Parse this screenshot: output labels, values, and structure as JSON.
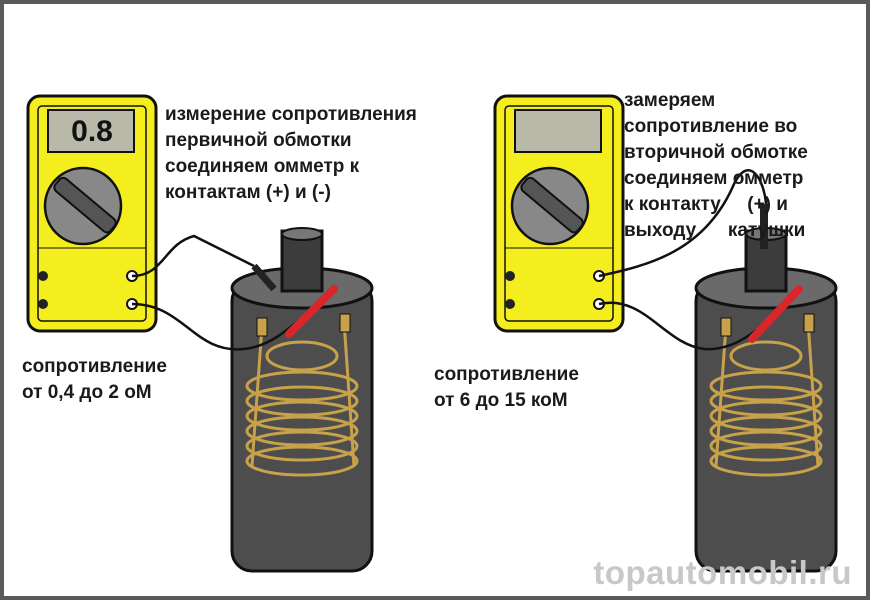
{
  "left_panel": {
    "meter_reading": "0.8",
    "caption_lines": [
      "измерение сопротивления",
      "первичной обмотки",
      "соединяем омметр к",
      "контактам (+) и (-)"
    ],
    "resistance_lines": [
      "сопротивление",
      "от 0,4 до 2 оМ"
    ]
  },
  "right_panel": {
    "caption_lines": [
      "замеряем",
      "сопротивление во",
      "вторичной обмотке",
      "соединяем омметр",
      "к контакту     (+) и",
      "выходу      катушки"
    ],
    "resistance_lines": [
      "сопротивление",
      "от 6 до 15 коМ"
    ]
  },
  "watermark": "topautomobil.ru",
  "colors": {
    "meter_body": "#f5ee1e",
    "probe_red": "#d8262b",
    "coil_body": "#505050",
    "winding": "#c8a24a"
  }
}
